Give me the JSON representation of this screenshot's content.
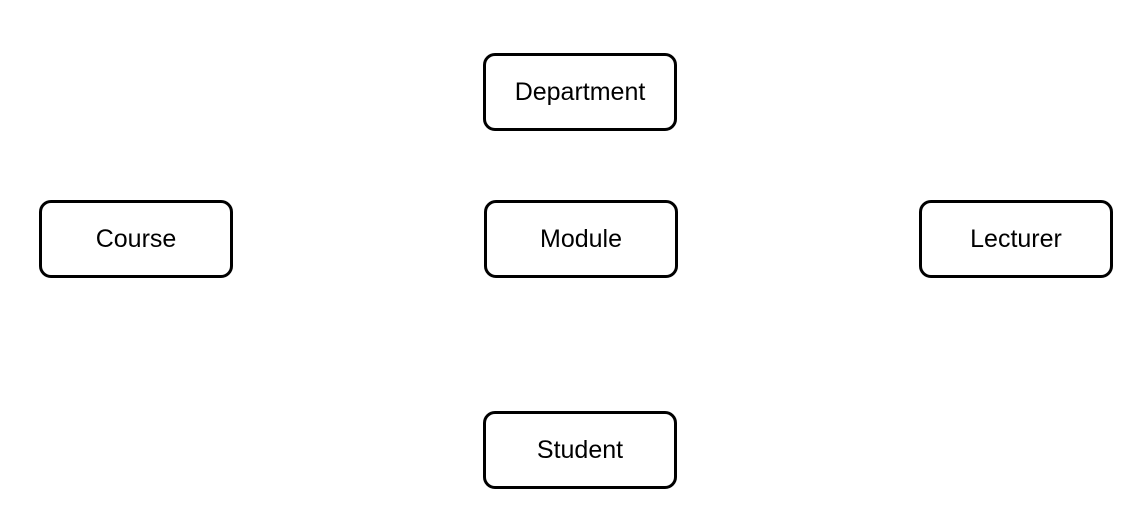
{
  "entities": [
    {
      "id": "department",
      "label": "Department"
    },
    {
      "id": "course",
      "label": "Course"
    },
    {
      "id": "module",
      "label": "Module"
    },
    {
      "id": "lecturer",
      "label": "Lecturer"
    },
    {
      "id": "student",
      "label": "Student"
    }
  ],
  "colors": {
    "border": "#000000",
    "text": "#000000",
    "background": "#ffffff"
  }
}
